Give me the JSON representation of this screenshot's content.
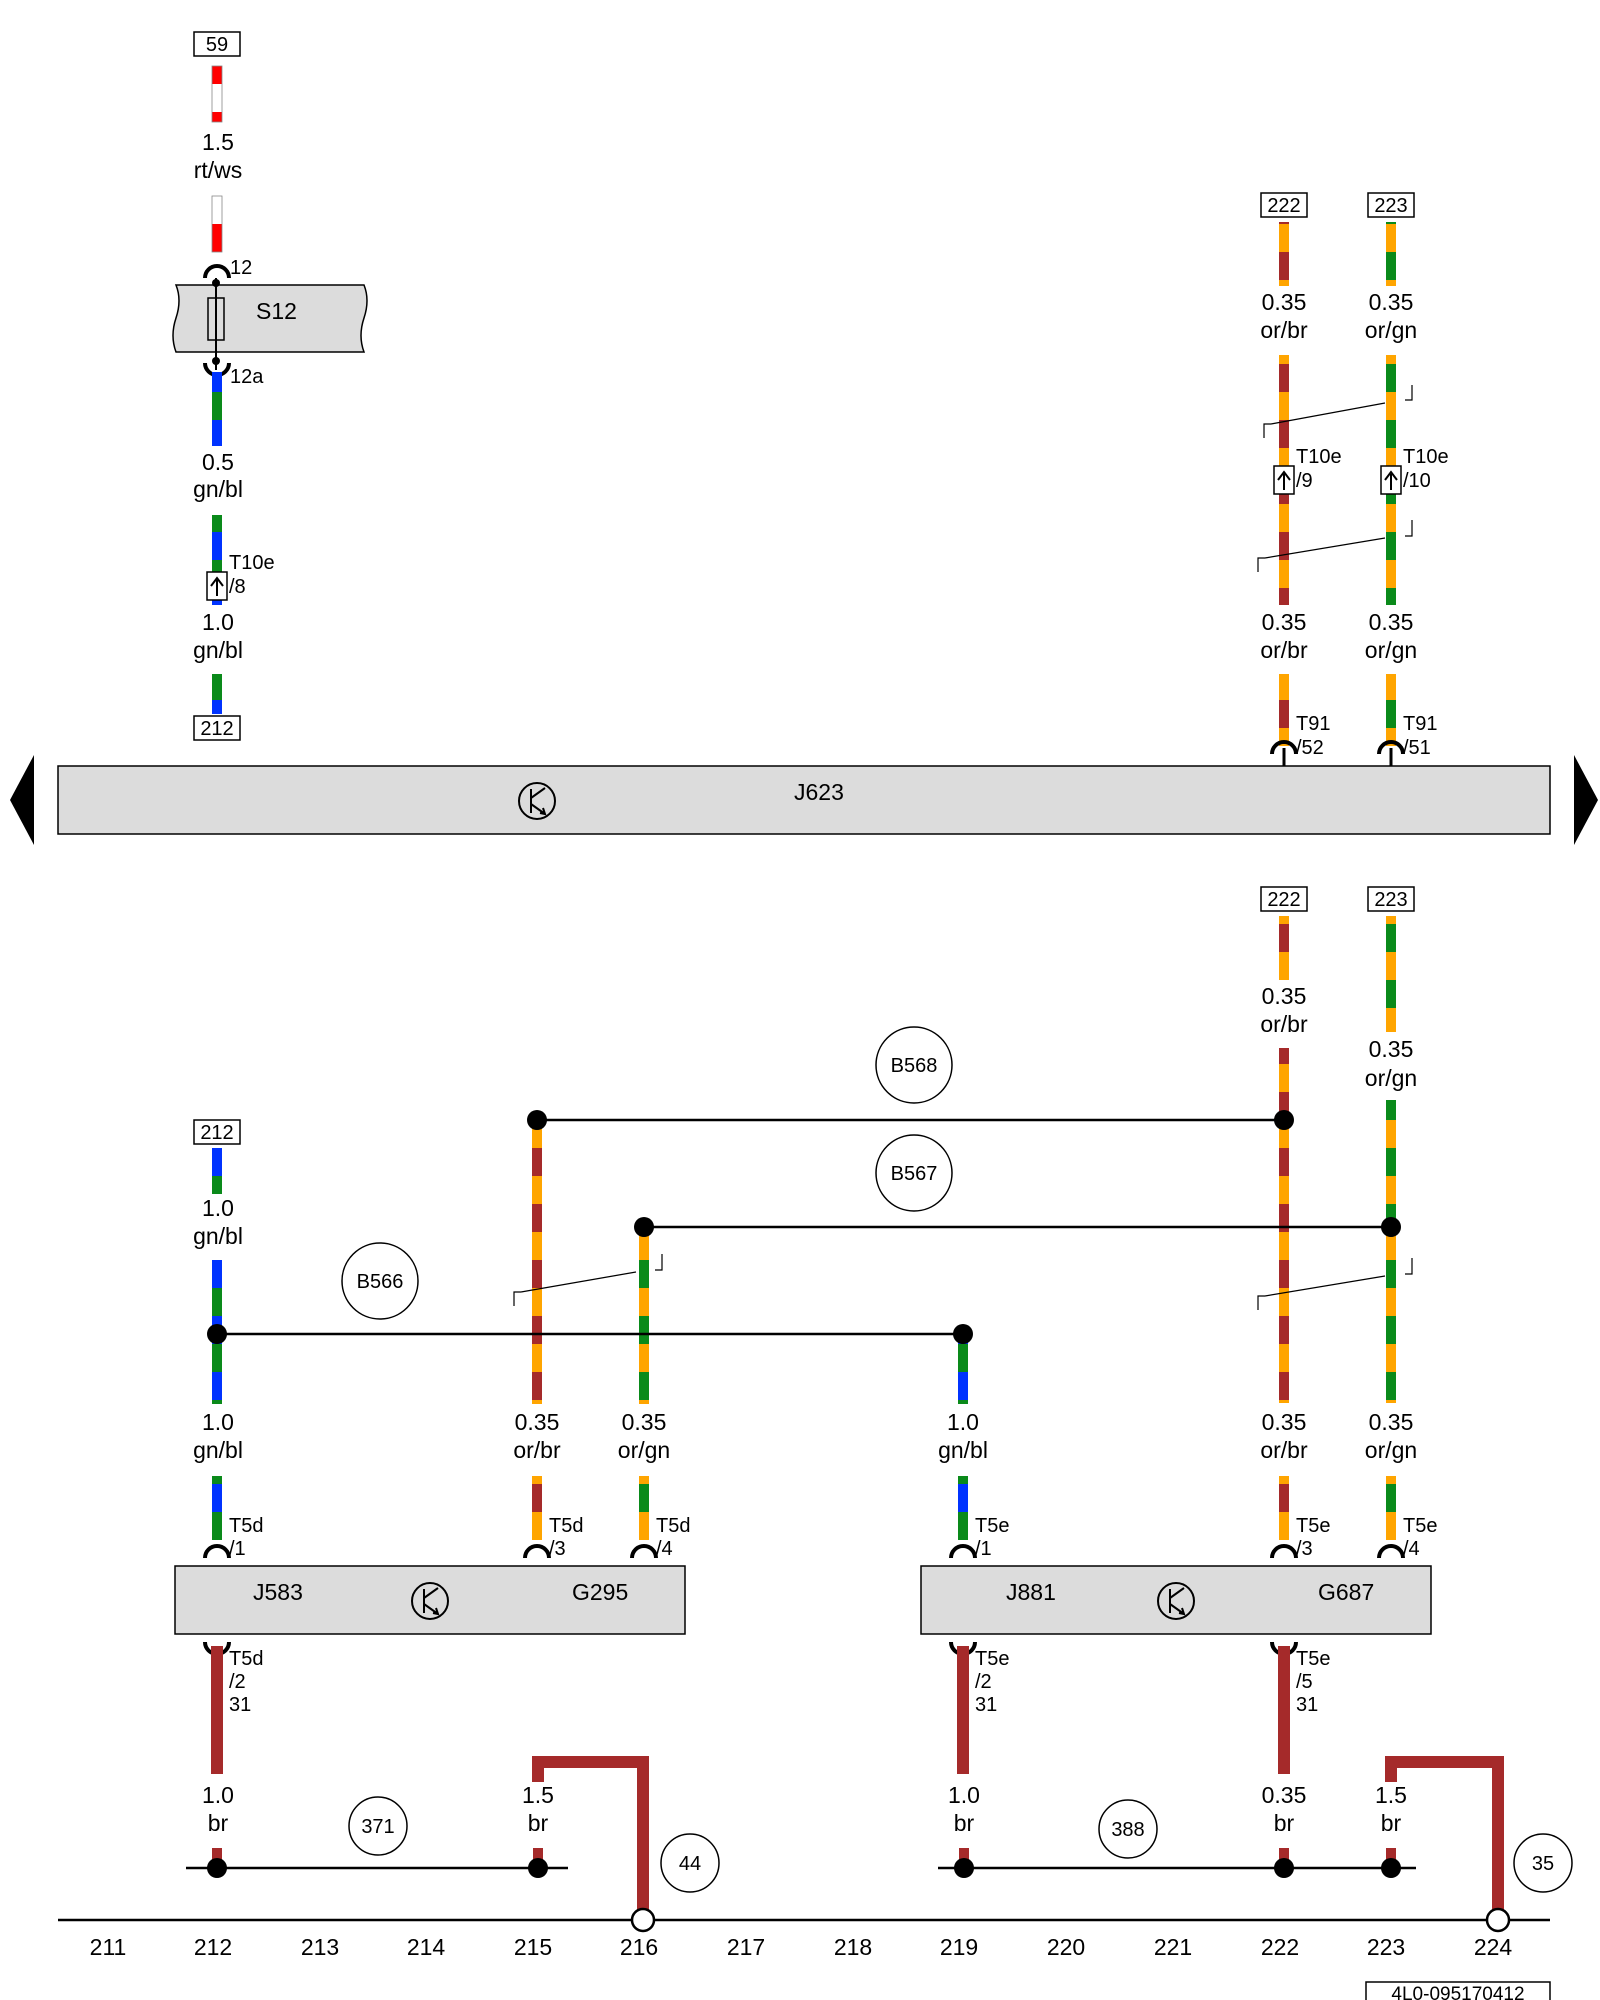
{
  "colors": {
    "rt": "#ff0000",
    "ws": "#ffffff",
    "gn": "#0a8a1a",
    "bl": "#0033ff",
    "or": "#ffa500",
    "br": "#a52a2a",
    "component_fill": "#dcdcdc",
    "line": "#000000",
    "arrow": "#000000"
  },
  "boxes": {
    "b59": "59",
    "b222_top": "222",
    "b223_top": "223",
    "b212_top": "212",
    "b222_mid": "222",
    "b223_mid": "223",
    "b212_mid": "212"
  },
  "wire_labels": {
    "w1_size": "1.5",
    "w1_color": "rt/ws",
    "w2_size": "0.5",
    "w2_color": "gn/bl",
    "w3_size": "1.0",
    "w3_color": "gn/bl",
    "w4_size": "0.35",
    "w4_color": "or/br",
    "w5_size": "0.35",
    "w5_color": "or/gn",
    "w6_size": "0.35",
    "w6_color": "or/br",
    "w7_size": "0.35",
    "w7_color": "or/gn",
    "w8_size": "0.35",
    "w8_color": "or/br",
    "w9_size": "0.35",
    "w9_color": "or/gn",
    "w10_size": "1.0",
    "w10_color": "gn/bl",
    "w11_size": "1.0",
    "w11_color": "gn/bl",
    "w12_size": "0.35",
    "w12_color": "or/br",
    "w13_size": "0.35",
    "w13_color": "or/gn",
    "w14_size": "1.0",
    "w14_color": "gn/bl",
    "w15_size": "0.35",
    "w15_color": "or/br",
    "w16_size": "0.35",
    "w16_color": "or/gn",
    "w17_size": "1.0",
    "w17_color": "br",
    "w18_size": "1.5",
    "w18_color": "br",
    "w19_size": "1.0",
    "w19_color": "br",
    "w20_size": "0.35",
    "w20_color": "br",
    "w21_size": "1.5",
    "w21_color": "br"
  },
  "pins": {
    "p12": "12",
    "p12a": "12a",
    "t10e_8_a": "T10e",
    "t10e_8_b": "/8",
    "t10e_9_a": "T10e",
    "t10e_9_b": "/9",
    "t10e_10_a": "T10e",
    "t10e_10_b": "/10",
    "t91_52_a": "T91",
    "t91_52_b": "/52",
    "t91_51_a": "T91",
    "t91_51_b": "/51",
    "t5d_1_a": "T5d",
    "t5d_1_b": "/1",
    "t5d_3_a": "T5d",
    "t5d_3_b": "/3",
    "t5d_4_a": "T5d",
    "t5d_4_b": "/4",
    "t5e_1_a": "T5e",
    "t5e_1_b": "/1",
    "t5e_3_a": "T5e",
    "t5e_3_b": "/3",
    "t5e_4_a": "T5e",
    "t5e_4_b": "/4",
    "t5d_2_a": "T5d",
    "t5d_2_b": "/2",
    "t5d_2_c": "31",
    "t5e_2_a": "T5e",
    "t5e_2_b": "/2",
    "t5e_2_c": "31",
    "t5e_5_a": "T5e",
    "t5e_5_b": "/5",
    "t5e_5_c": "31"
  },
  "components": {
    "s12": "S12",
    "j623": "J623",
    "j583": "J583",
    "g295": "G295",
    "j881": "J881",
    "g687": "G687"
  },
  "circles": {
    "b568": "B568",
    "b567": "B567",
    "b566": "B566",
    "c371": "371",
    "c388": "388",
    "c44": "44",
    "c35": "35"
  },
  "axis": [
    "211",
    "212",
    "213",
    "214",
    "215",
    "216",
    "217",
    "218",
    "219",
    "220",
    "221",
    "222",
    "223",
    "224"
  ],
  "drawing_id": "4L0-095170412"
}
